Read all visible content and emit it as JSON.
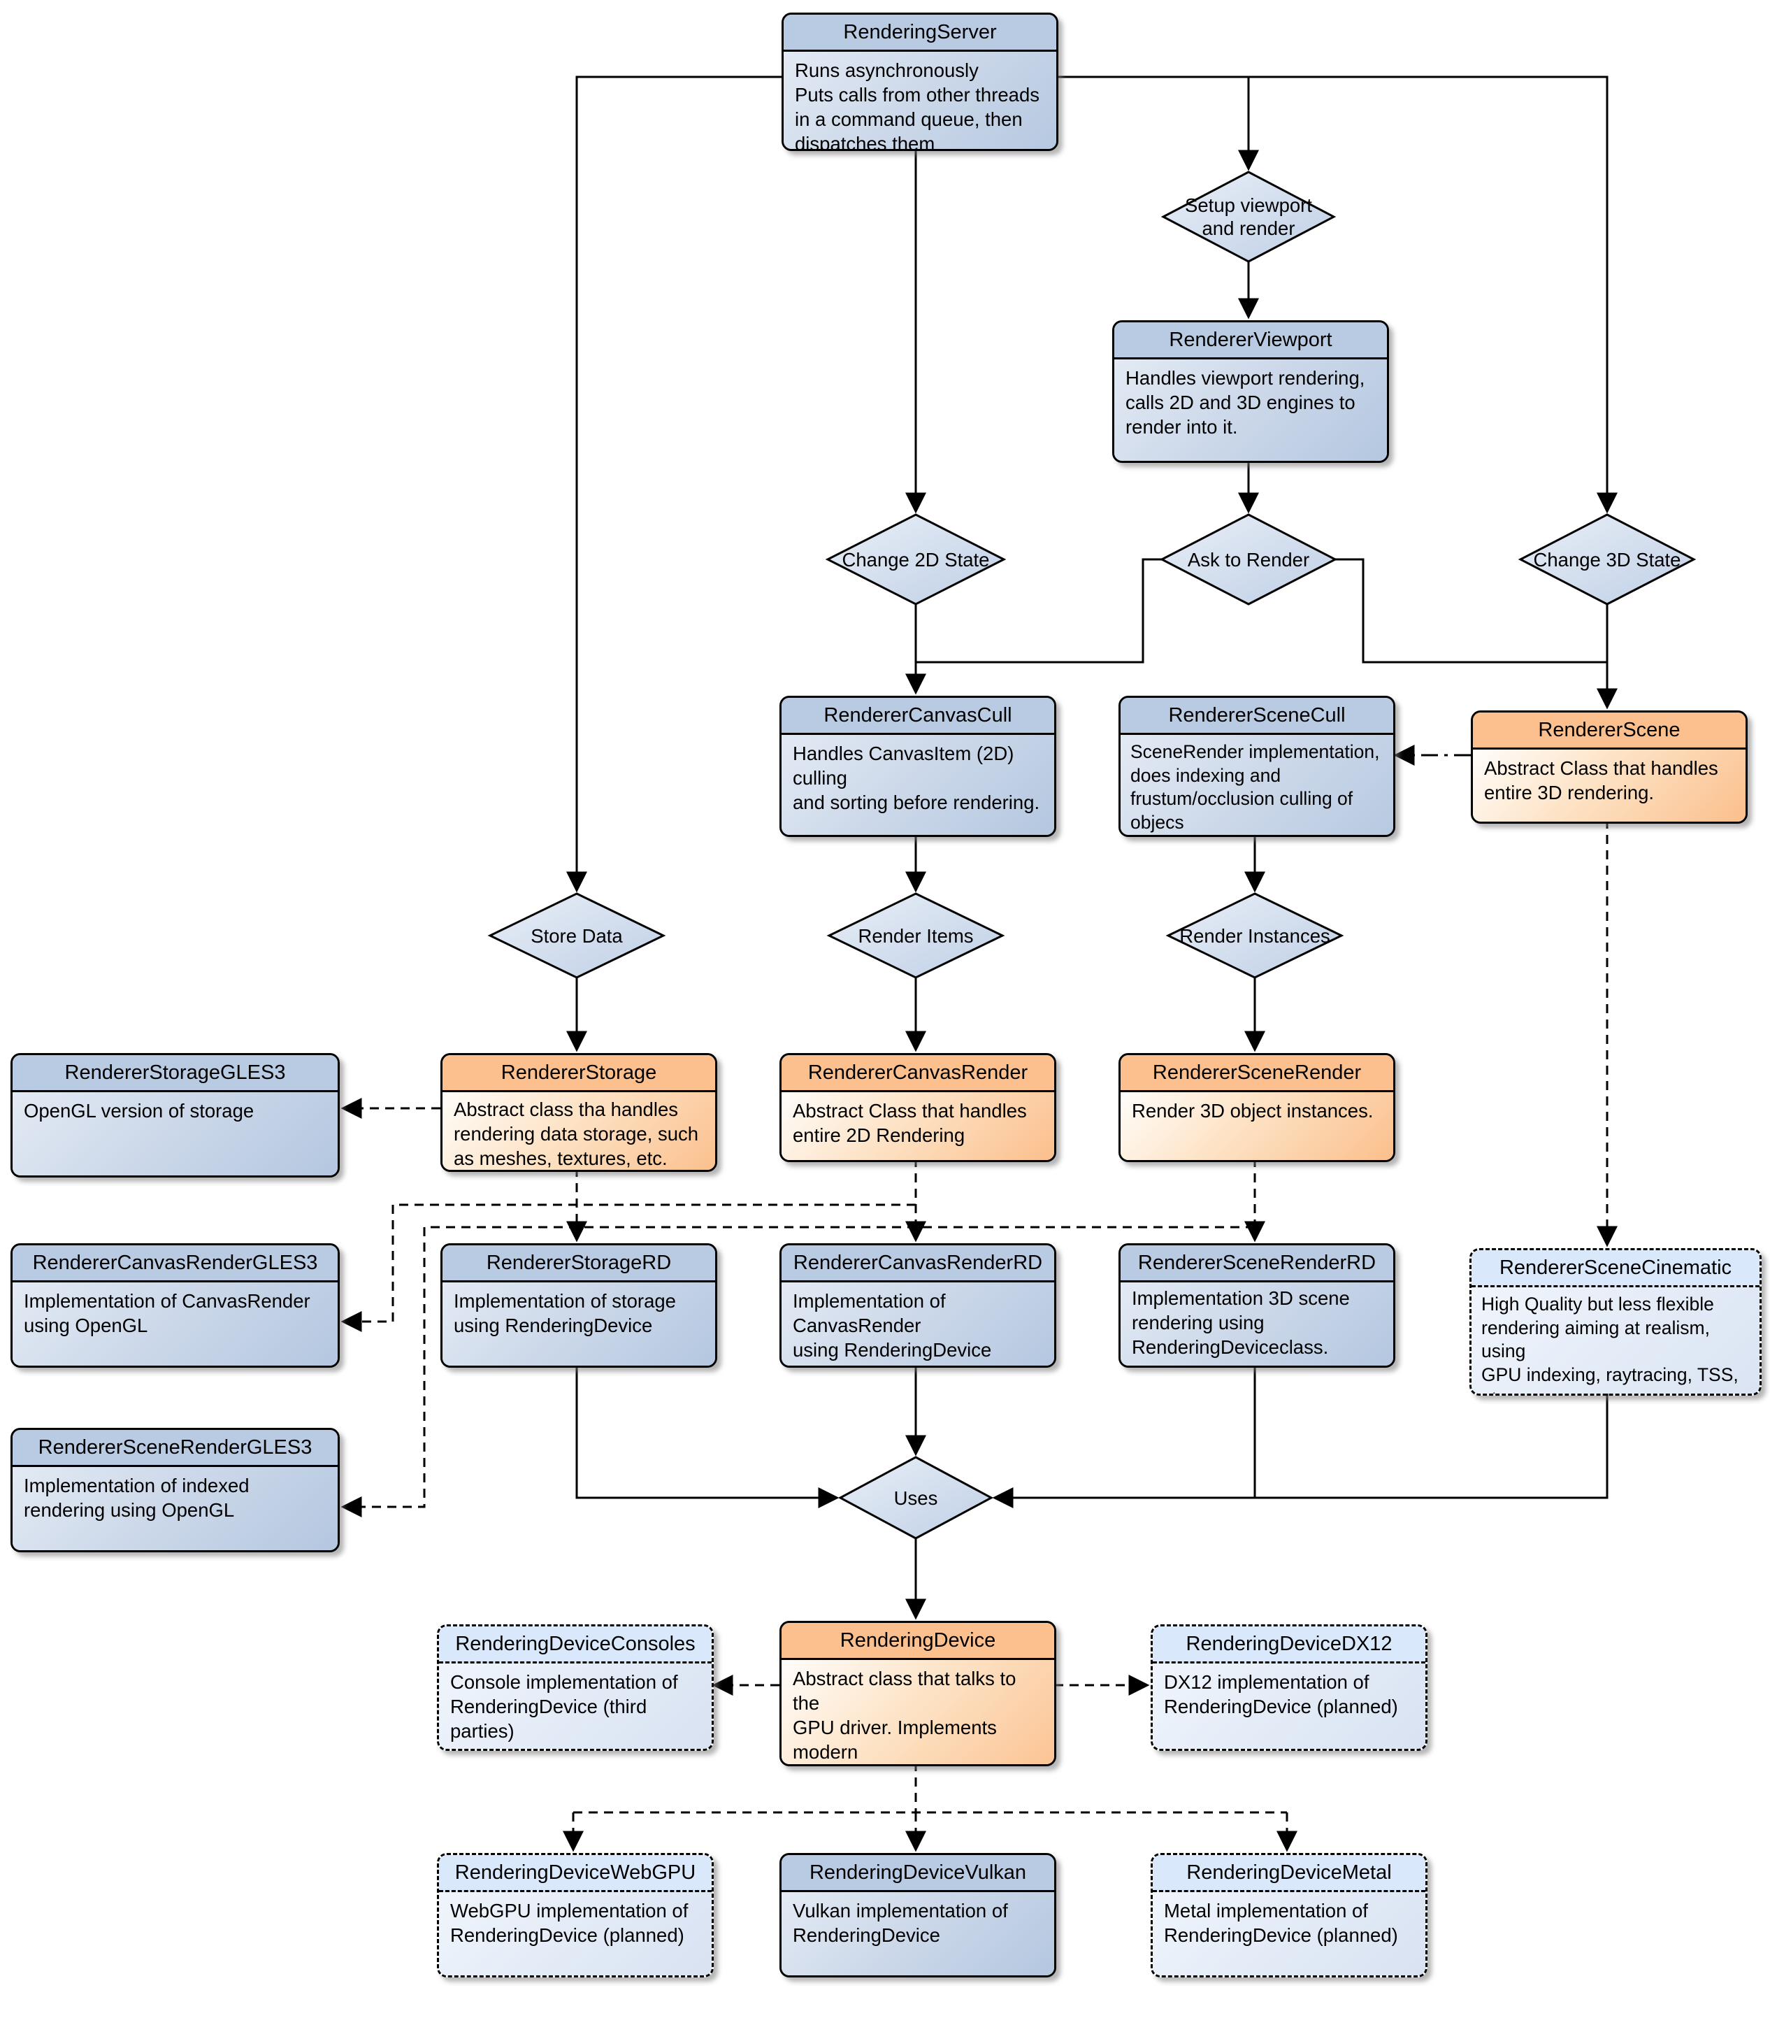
{
  "colors": {
    "background": "#ffffff",
    "blue_header": "#b9cbe3",
    "blue_body_light": "#e3eaf4",
    "blue_body_dark": "#b4c7e0",
    "orange_header": "#fbc08d",
    "orange_body_light": "#fffdfa",
    "planned_header": "#d9e8fb",
    "planned_body": "#e3ebf7",
    "line": "#000000"
  },
  "nodes": {
    "rendering_server": {
      "title": "RenderingServer",
      "body": "Runs asynchronously\nPuts calls from other threads\nin a command queue, then\ndispatches them"
    },
    "renderer_viewport": {
      "title": "RendererViewport",
      "body": "Handles viewport rendering,\ncalls 2D and 3D engines to\nrender into it."
    },
    "renderer_canvas_cull": {
      "title": "RendererCanvasCull",
      "body": "Handles CanvasItem (2D) culling\nand sorting before rendering."
    },
    "renderer_scene_cull": {
      "title": "RendererSceneCull",
      "body": "SceneRender implementation,\ndoes indexing and\nfrustum/occlusion culling of objecs\nusing CPU before rendering."
    },
    "renderer_scene": {
      "title": "RendererScene",
      "body": "Abstract Class that handles\nentire 3D rendering."
    },
    "renderer_storage_gles3": {
      "title": "RendererStorageGLES3",
      "body": "OpenGL version of storage"
    },
    "renderer_storage": {
      "title": "RendererStorage",
      "body": "Abstract class tha handles\nrendering data storage, such\nas meshes, textures, etc."
    },
    "renderer_canvas_render": {
      "title": "RendererCanvasRender",
      "body": "Abstract Class that handles\nentire 2D Rendering"
    },
    "renderer_scene_render": {
      "title": "RendererSceneRender",
      "body": "Render 3D object instances."
    },
    "renderer_canvas_render_gles3": {
      "title": "RendererCanvasRenderGLES3",
      "body": "Implementation of CanvasRender\nusing OpenGL"
    },
    "renderer_storage_rd": {
      "title": "RendererStorageRD",
      "body": "Implementation of storage\nusing RenderingDevice"
    },
    "renderer_canvas_render_rd": {
      "title": "RendererCanvasRenderRD",
      "body": "Implementation of CanvasRender\nusing RenderingDevice"
    },
    "renderer_scene_render_rd": {
      "title": "RendererSceneRenderRD",
      "body": "Implementation 3D scene\nrendering using\nRenderingDeviceclass."
    },
    "renderer_scene_cinematic": {
      "title": "RendererSceneCinematic",
      "body": "High Quality but less flexible\nrendering aiming at realism, using\nGPU indexing, raytracing, TSS, etc\n(planned)"
    },
    "renderer_scene_render_gles3": {
      "title": "RendererSceneRenderGLES3",
      "body": "Implementation of indexed\nrendering using OpenGL"
    },
    "rendering_device_consoles": {
      "title": "RenderingDeviceConsoles",
      "body": "Console implementation of\nRenderingDevice (third parties)"
    },
    "rendering_device": {
      "title": "RenderingDevice",
      "body": "Abstract class that talks to the\nGPU driver. Implements modern\nAPIs."
    },
    "rendering_device_dx12": {
      "title": "RenderingDeviceDX12",
      "body": "DX12 implementation of\nRenderingDevice (planned)"
    },
    "rendering_device_webgpu": {
      "title": "RenderingDeviceWebGPU",
      "body": "WebGPU implementation of\nRenderingDevice (planned)"
    },
    "rendering_device_vulkan": {
      "title": "RenderingDeviceVulkan",
      "body": "Vulkan implementation of\nRenderingDevice"
    },
    "rendering_device_metal": {
      "title": "RenderingDeviceMetal",
      "body": "Metal implementation of\nRenderingDevice (planned)"
    }
  },
  "decisions": {
    "setup_viewport": {
      "label": "Setup viewport\nand render"
    },
    "change_2d_state": {
      "label": "Change 2D State"
    },
    "ask_to_render": {
      "label": "Ask to Render"
    },
    "change_3d_state": {
      "label": "Change 3D State"
    },
    "store_data": {
      "label": "Store Data"
    },
    "render_items": {
      "label": "Render Items"
    },
    "render_instances": {
      "label": "Render Instances"
    },
    "uses": {
      "label": "Uses"
    }
  }
}
